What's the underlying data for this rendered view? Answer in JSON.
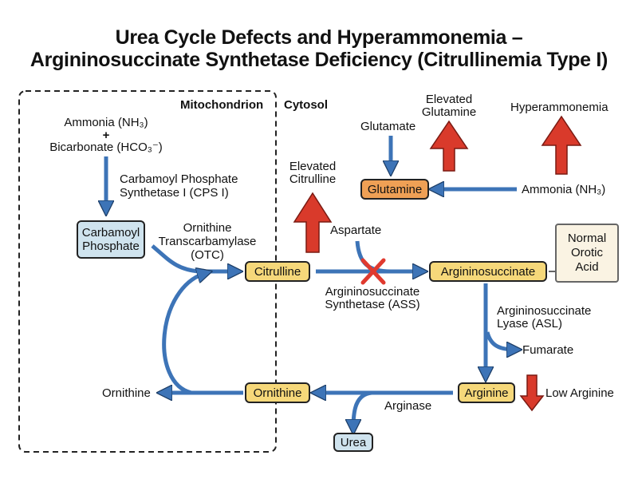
{
  "title": {
    "line1": "Urea Cycle Defects and Hyperammonemia –",
    "line2": "Argininosuccinate Synthetase Deficiency (Citrullinemia Type I)"
  },
  "compartments": {
    "mitochondrion": "Mitochondrion",
    "cytosol": "Cytosol"
  },
  "inputs": {
    "ammonia": "Ammonia (NH₃)",
    "plus": "+",
    "bicarbonate": "Bicarbonate (HCO₃⁻)"
  },
  "enzymes": {
    "cps1_line1": "Carbamoyl Phosphate",
    "cps1_line2": "Synthetase I (CPS I)",
    "otc_line1": "Ornithine",
    "otc_line2": "Transcarbamylase",
    "otc_line3": "(OTC)",
    "ass_line1": "Argininosuccinate",
    "ass_line2": "Synthetase (ASS)",
    "asl_line1": "Argininosuccinate",
    "asl_line2": "Lyase (ASL)",
    "arginase": "Arginase"
  },
  "metabolites": {
    "carbamoyl_phosphate_line1": "Carbamoyl",
    "carbamoyl_phosphate_line2": "Phosphate",
    "citrulline": "Citrulline",
    "argininosuccinate": "Argininosuccinate",
    "arginine": "Arginine",
    "ornithine_box": "Ornithine",
    "ornithine_label": "Ornithine",
    "urea": "Urea",
    "aspartate": "Aspartate",
    "fumarate": "Fumarate",
    "glutamate": "Glutamate",
    "glutamine": "Glutamine",
    "ammonia_right": "Ammonia (NH₃)"
  },
  "findings": {
    "elevated_citrulline_line1": "Elevated",
    "elevated_citrulline_line2": "Citrulline",
    "elevated_glutamine_line1": "Elevated",
    "elevated_glutamine_line2": "Glutamine",
    "hyperammonemia": "Hyperammonemia",
    "low_arginine": "Low Arginine",
    "normal_orotic_line1": "Normal",
    "normal_orotic_line2": "Orotic",
    "normal_orotic_line3": "Acid"
  },
  "colors": {
    "pathway_arrow": "#3d74b7",
    "increase_arrow": "#d93a2b",
    "block_mark": "#e03a2f",
    "box_yellow": "#f6d87a",
    "box_blue": "#cfe3ee",
    "box_orange": "#efa055"
  },
  "icons": {
    "block": "red-x-block-icon",
    "increase": "red-up-arrow-icon",
    "decrease": "red-down-arrow-icon"
  }
}
